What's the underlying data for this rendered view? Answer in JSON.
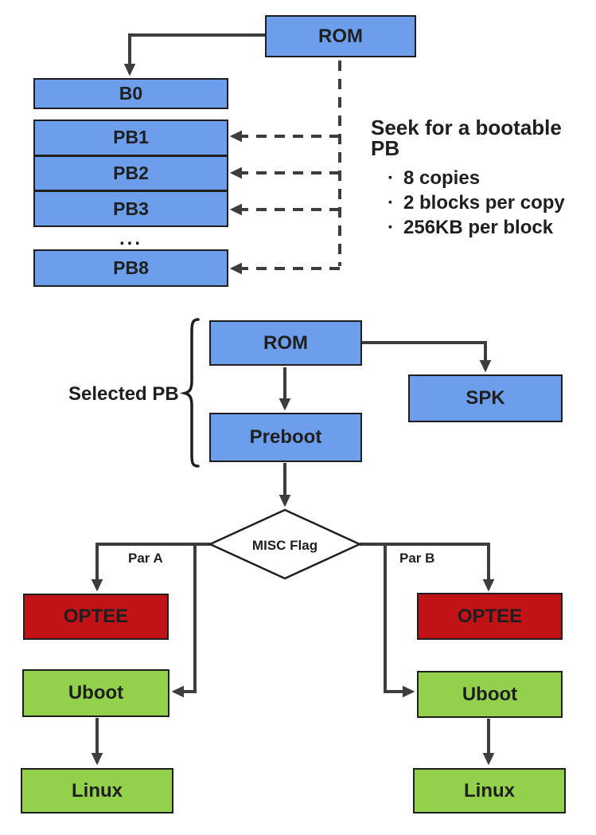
{
  "colors": {
    "blue": "#6d9eeb",
    "red": "#c11217",
    "green": "#93d14c",
    "line": "#3d3d3d",
    "ink": "#1f1f1f",
    "bg": "#ffffff"
  },
  "top": {
    "rom_label": "ROM",
    "b0_label": "B0",
    "pb_labels": [
      "PB1",
      "PB2",
      "PB3"
    ],
    "ellipsis": "...",
    "pb8_label": "PB8",
    "note": {
      "title": "Seek for a bootable PB",
      "bullet_glyph": "·",
      "bullets": [
        "8 copies",
        "2 blocks per copy",
        "256KB per block"
      ]
    }
  },
  "selected": {
    "group_label": "Selected PB",
    "rom_label": "ROM",
    "spk_label": "SPK",
    "preboot_label": "Preboot"
  },
  "decision": {
    "label": "MISC Flag",
    "left_branch_label": "Par A",
    "right_branch_label": "Par B"
  },
  "left_chain": {
    "optee": "OPTEE",
    "uboot": "Uboot",
    "linux": "Linux"
  },
  "right_chain": {
    "optee": "OPTEE",
    "uboot": "Uboot",
    "linux": "Linux"
  }
}
